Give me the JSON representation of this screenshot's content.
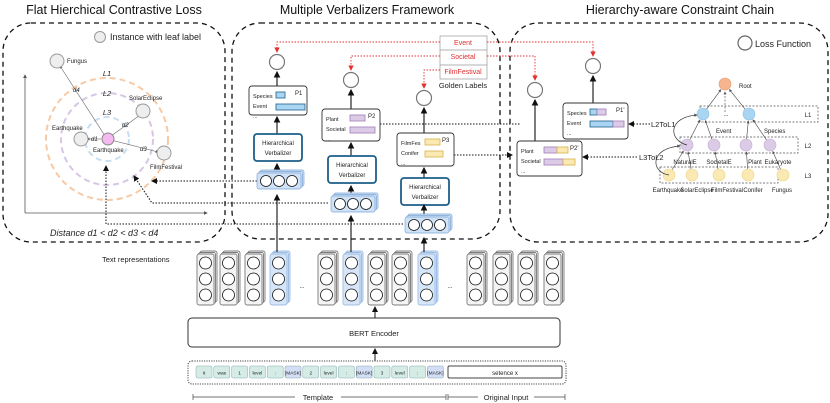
{
  "panels": {
    "left_title": "Flat Hierchical Contrastive Loss",
    "middle_title": "Multiple Verbalizers Framework",
    "right_title": "Hierarchy-aware Constraint Chain"
  },
  "left": {
    "legend": "Instance with leaf label",
    "levels": [
      "L1",
      "L2",
      "L3"
    ],
    "instances": {
      "fungus": "Fungus",
      "solar": "SolarEclipse",
      "earthquake_left": "Earthquake",
      "earthquake_center": "Earthquake",
      "film": "FilmFestival"
    },
    "distances": [
      "d1",
      "d2",
      "d3",
      "d4"
    ],
    "caption": "Distance d1 < d2 < d3 < d4"
  },
  "middle": {
    "golden_labels": [
      "Event",
      "Societal",
      "FilmFestival"
    ],
    "golden_caption": "Golden Labels",
    "verbalizer_label_1": "Hierarchical",
    "verbalizer_label_2": "Verbalizer",
    "p1": {
      "name": "P1",
      "rows": [
        "Species",
        "Event",
        "..."
      ]
    },
    "p2": {
      "name": "P2",
      "rows": [
        "Plant",
        "Societal",
        "..."
      ]
    },
    "p3": {
      "name": "P3",
      "rows": [
        "FilmFes",
        "Conifer",
        "..."
      ]
    }
  },
  "right": {
    "legend": "Loss Function",
    "p1p": {
      "name": "P1'",
      "rows": [
        "Species",
        "Event",
        "..."
      ]
    },
    "p2p": {
      "name": "P2'",
      "rows": [
        "Plant",
        "Societal",
        "..."
      ]
    },
    "l2tol1": "L2ToL1",
    "l3tol2": "L3ToL2",
    "root": "Root",
    "level_labels": [
      "L1",
      "L2",
      "L3"
    ],
    "l1_labels": [
      "Event",
      "Species"
    ],
    "l1_dots": "...",
    "l2_labels": [
      "NaturalE",
      "SocietalE",
      "Plant",
      "Eukaryote"
    ],
    "l3_labels": [
      "Earthquake",
      "SolarEclipse",
      "FilmFestival",
      "Conifer",
      "Fungus"
    ]
  },
  "bottom": {
    "text_reps": "Text representations",
    "ellipsis": "...",
    "encoder": "BERT Encoder",
    "tokens": [
      "It",
      "was",
      "1",
      "level",
      ":",
      "[MASK]",
      "2",
      "level",
      ":",
      "[MASK]",
      "3",
      "level",
      ":",
      "[MASK]"
    ],
    "sentence": "setence x",
    "template": "Template",
    "original": "Original Input"
  },
  "colors": {
    "blue": "#a9d4f2",
    "blue_dark": "#1d5f8a",
    "purple": "#dccbe6",
    "yellow": "#fbe9b4",
    "orange": "#f6b48f",
    "pink": "#f5b8f0",
    "red": "#e03030",
    "token": "#d5ece6",
    "mask": "#d2def5"
  }
}
